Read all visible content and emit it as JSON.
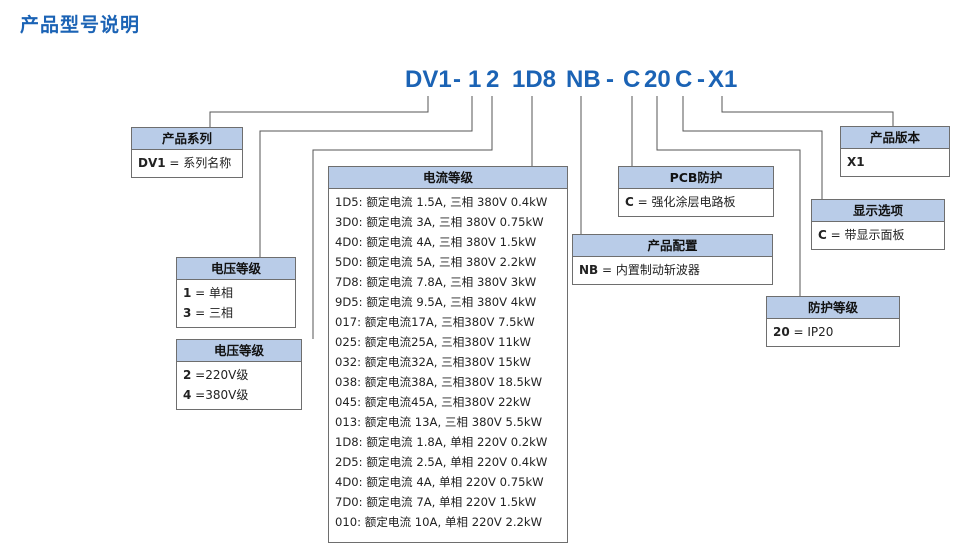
{
  "title": "产品型号说明",
  "model_code": {
    "segments": [
      "DV1",
      "-",
      "1",
      "2",
      "1D8",
      "NB",
      "-",
      "C",
      "20",
      "C",
      "-",
      "X1"
    ]
  },
  "boxes": {
    "series": {
      "title": "产品系列",
      "rows": [
        {
          "code": "DV1",
          "text": " = 系列名称"
        }
      ]
    },
    "voltage_phase": {
      "title": "电压等级",
      "rows": [
        {
          "code": "1",
          "text": " = 单相"
        },
        {
          "code": "3",
          "text": " = 三相"
        }
      ]
    },
    "voltage_level": {
      "title": "电压等级",
      "rows": [
        {
          "code": "2",
          "text": " =220V级"
        },
        {
          "code": "4",
          "text": " =380V级"
        }
      ]
    },
    "current": {
      "title": "电流等级",
      "rows": [
        "1D5: 额定电流 1.5A, 三相 380V 0.4kW",
        "3D0: 额定电流 3A, 三相 380V 0.75kW",
        "4D0: 额定电流 4A, 三相 380V 1.5kW",
        "5D0: 额定电流 5A, 三相 380V 2.2kW",
        "7D8: 额定电流 7.8A, 三相 380V 3kW",
        "9D5: 额定电流 9.5A, 三相 380V 4kW",
        "017: 额定电流17A, 三相380V 7.5kW",
        "025: 额定电流25A, 三相380V 11kW",
        "032: 额定电流32A, 三相380V 15kW",
        "038: 额定电流38A, 三相380V 18.5kW",
        "045: 额定电流45A, 三相380V 22kW",
        "013: 额定电流 13A, 三相 380V 5.5kW",
        "1D8: 额定电流 1.8A, 单相 220V 0.2kW",
        "2D5: 额定电流 2.5A, 单相 220V 0.4kW",
        "4D0: 额定电流 4A, 单相 220V 0.75kW",
        "7D0: 额定电流 7A, 单相 220V 1.5kW",
        "010: 额定电流 10A, 单相 220V 2.2kW"
      ]
    },
    "config": {
      "title": "产品配置",
      "rows": [
        {
          "code": "NB",
          "text": " = 内置制动斩波器"
        }
      ]
    },
    "pcb": {
      "title": "PCB防护",
      "rows": [
        {
          "code": "C",
          "text": " = 强化涂层电路板"
        }
      ]
    },
    "display": {
      "title": "显示选项",
      "rows": [
        {
          "code": "C",
          "text": " = 带显示面板"
        }
      ]
    },
    "protection": {
      "title": "防护等级",
      "rows": [
        {
          "code": "20",
          "text": " = IP20"
        }
      ]
    },
    "version": {
      "title": "产品版本",
      "rows": [
        {
          "code": "X1",
          "text": ""
        }
      ]
    }
  },
  "colors": {
    "title": "#1b63b5",
    "code": "#1b63b5",
    "box_header": "#b9cce8",
    "border": "#6e6e6e",
    "line": "#555555"
  }
}
